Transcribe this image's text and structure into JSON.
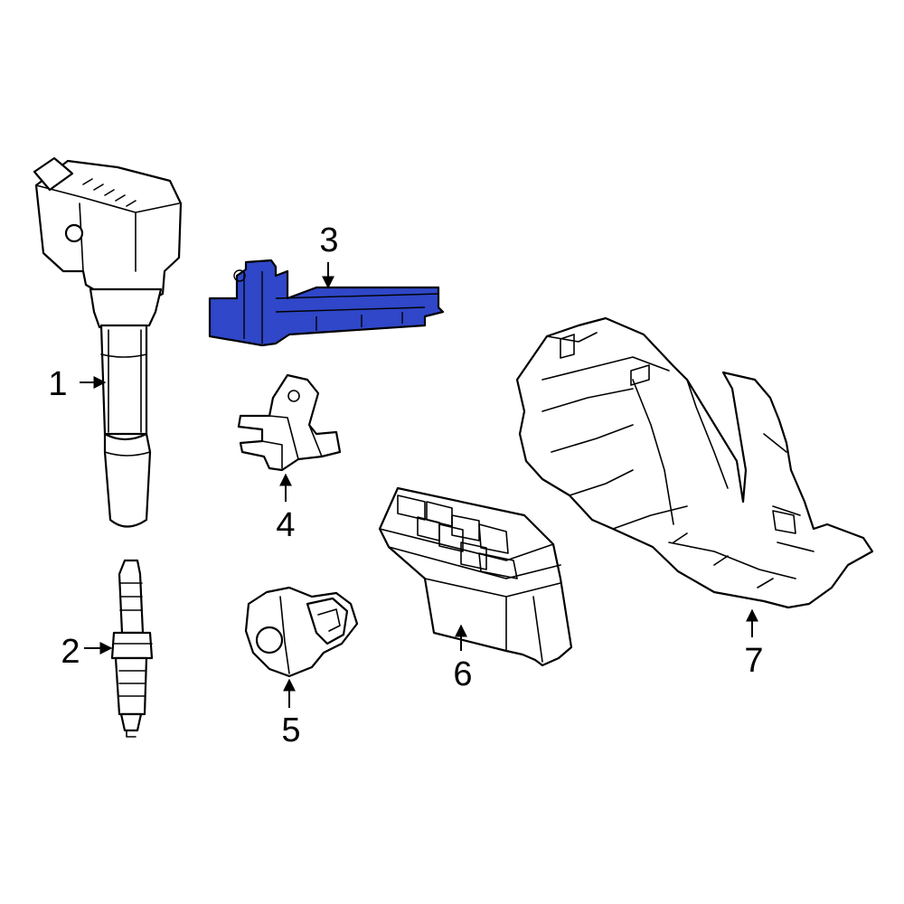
{
  "highlight_color": "#2f47c8",
  "callouts": [
    {
      "id": "1",
      "text": "1"
    },
    {
      "id": "2",
      "text": "2"
    },
    {
      "id": "3",
      "text": "3"
    },
    {
      "id": "4",
      "text": "4"
    },
    {
      "id": "5",
      "text": "5"
    },
    {
      "id": "6",
      "text": "6"
    },
    {
      "id": "7",
      "text": "7"
    }
  ]
}
